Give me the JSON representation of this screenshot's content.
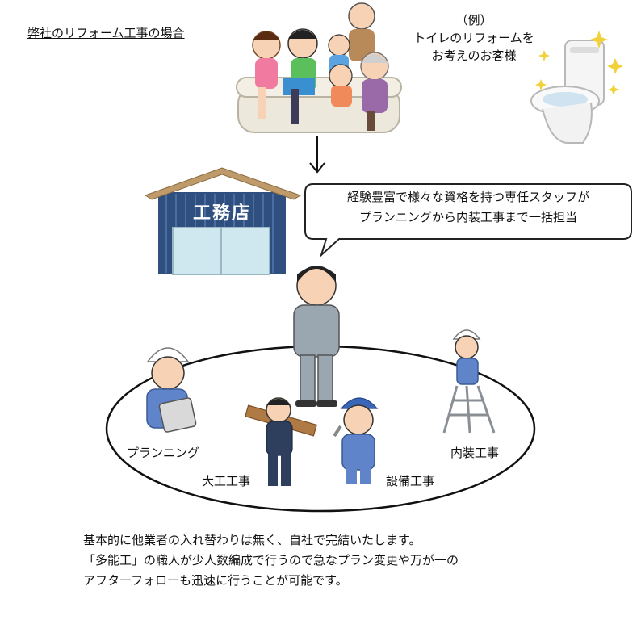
{
  "heading": "弊社のリフォーム工事の場合",
  "example": {
    "label": "（例）",
    "line1": "トイレのリフォームを",
    "line2": "お考えのお客様"
  },
  "shop_sign": "工務店",
  "speech_bubble": {
    "line1": "経験豊富で様々な資格を持つ専任スタッフが",
    "line2": "プランニングから内装工事まで一括担当"
  },
  "roles": {
    "planning": "プランニング",
    "carpentry": "大工工事",
    "plumbing": "設備工事",
    "interior": "内装工事"
  },
  "footer": {
    "line1": "基本的に他業者の入れ替わりは無く、自社で完結いたします。",
    "line2": "「多能工」の職人が少人数編成で行うので急なプラン変更や万が一の",
    "line3": "アフターフォローも迅速に行うことが可能です。"
  },
  "colors": {
    "roof": "#bf9b6b",
    "building": "#2f4f7f",
    "window": "#cfe8f0",
    "work_uniform": "#5f84c9",
    "manager_uniform": "#9aa6b0",
    "star": "#f2d23a"
  }
}
